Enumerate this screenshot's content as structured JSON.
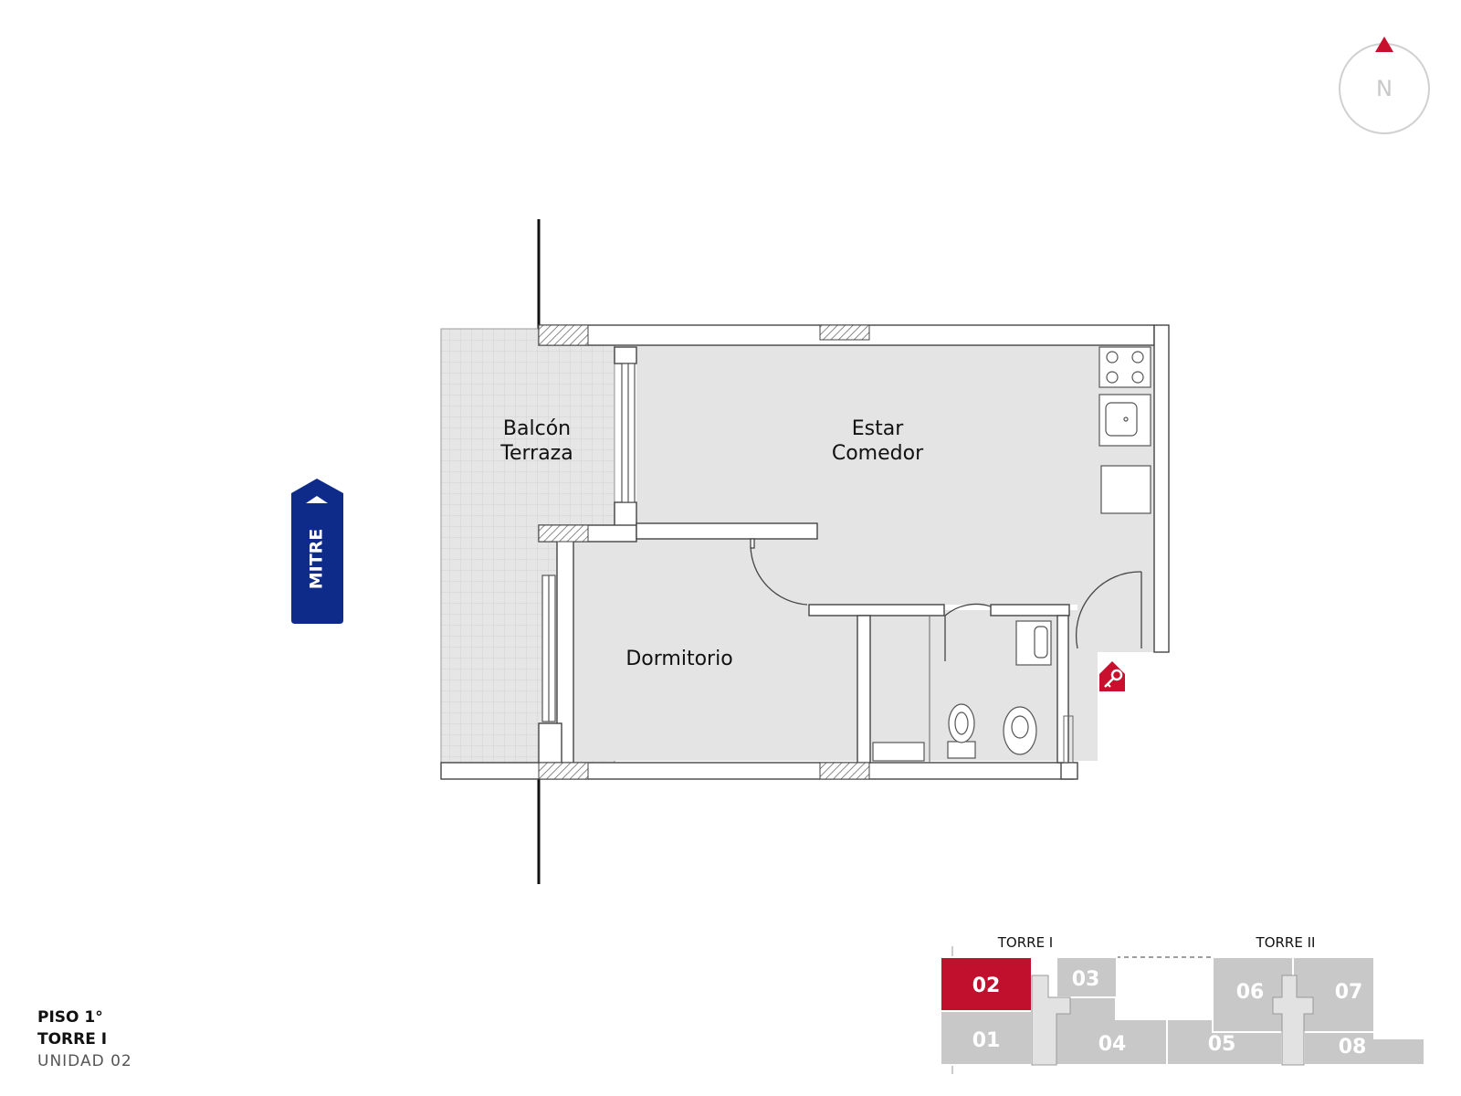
{
  "rooms": {
    "balcon_line1": "Balcón",
    "balcon_line2": "Terraza",
    "estar_line1": "Estar",
    "estar_line2": "Comedor",
    "dormitorio": "Dormitorio"
  },
  "street": {
    "name": "MITRE",
    "color": "#0e2b8a"
  },
  "compass": {
    "label": "N",
    "accent": "#c8102e"
  },
  "entrance": {
    "icon": "key-entrance-icon",
    "color": "#c8102e"
  },
  "floor_info": {
    "piso": "PISO 1°",
    "torre": "TORRE I",
    "unidad": "UNIDAD 02"
  },
  "keyplan": {
    "tower1": "TORRE I",
    "tower2": "TORRE II",
    "selected_unit": "02",
    "selected_color": "#c0102e",
    "units": [
      "01",
      "02",
      "03",
      "04",
      "05",
      "06",
      "07",
      "08"
    ]
  }
}
